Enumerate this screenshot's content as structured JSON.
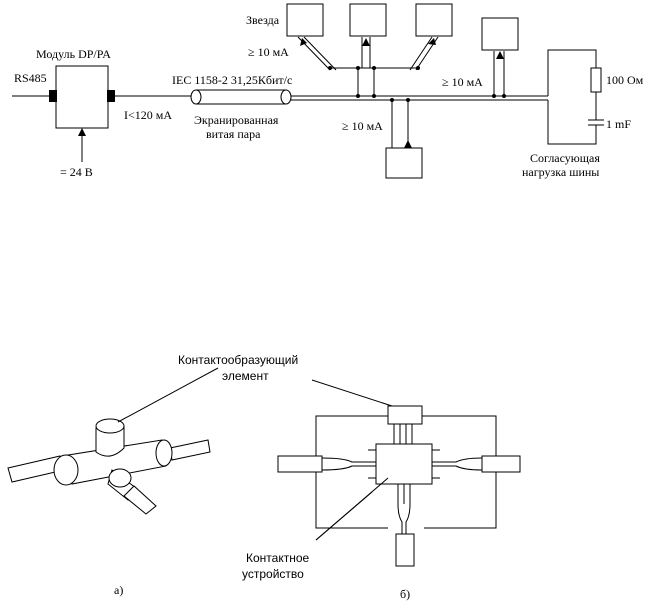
{
  "top": {
    "star_label": "Звезда",
    "module_label": "Модуль DP/PA",
    "rs485_label": "RS485",
    "current_module": "I<120 мА",
    "supply_label": "= 24 В",
    "bus_standard": "IEC 1158-2 31,25Кбит/с",
    "cable_line1": "Экранированная",
    "cable_line2": "витая пара",
    "star_current": "≥ 10 мА",
    "branch_current_right": "≥ 10 мА",
    "branch_current_bottom": "≥ 10 мА",
    "resistor_label": "100 Ом",
    "capacitor_label": "1 mF",
    "terminator_line1": "Согласующая",
    "terminator_line2": "нагрузка шины"
  },
  "bottom": {
    "contact_element_line1": "Контактообразующий",
    "contact_element_line2": "элемент",
    "contact_device_line1": "Контактное",
    "contact_device_line2": "устройство",
    "caption_a": "а)",
    "caption_b": "б)"
  }
}
